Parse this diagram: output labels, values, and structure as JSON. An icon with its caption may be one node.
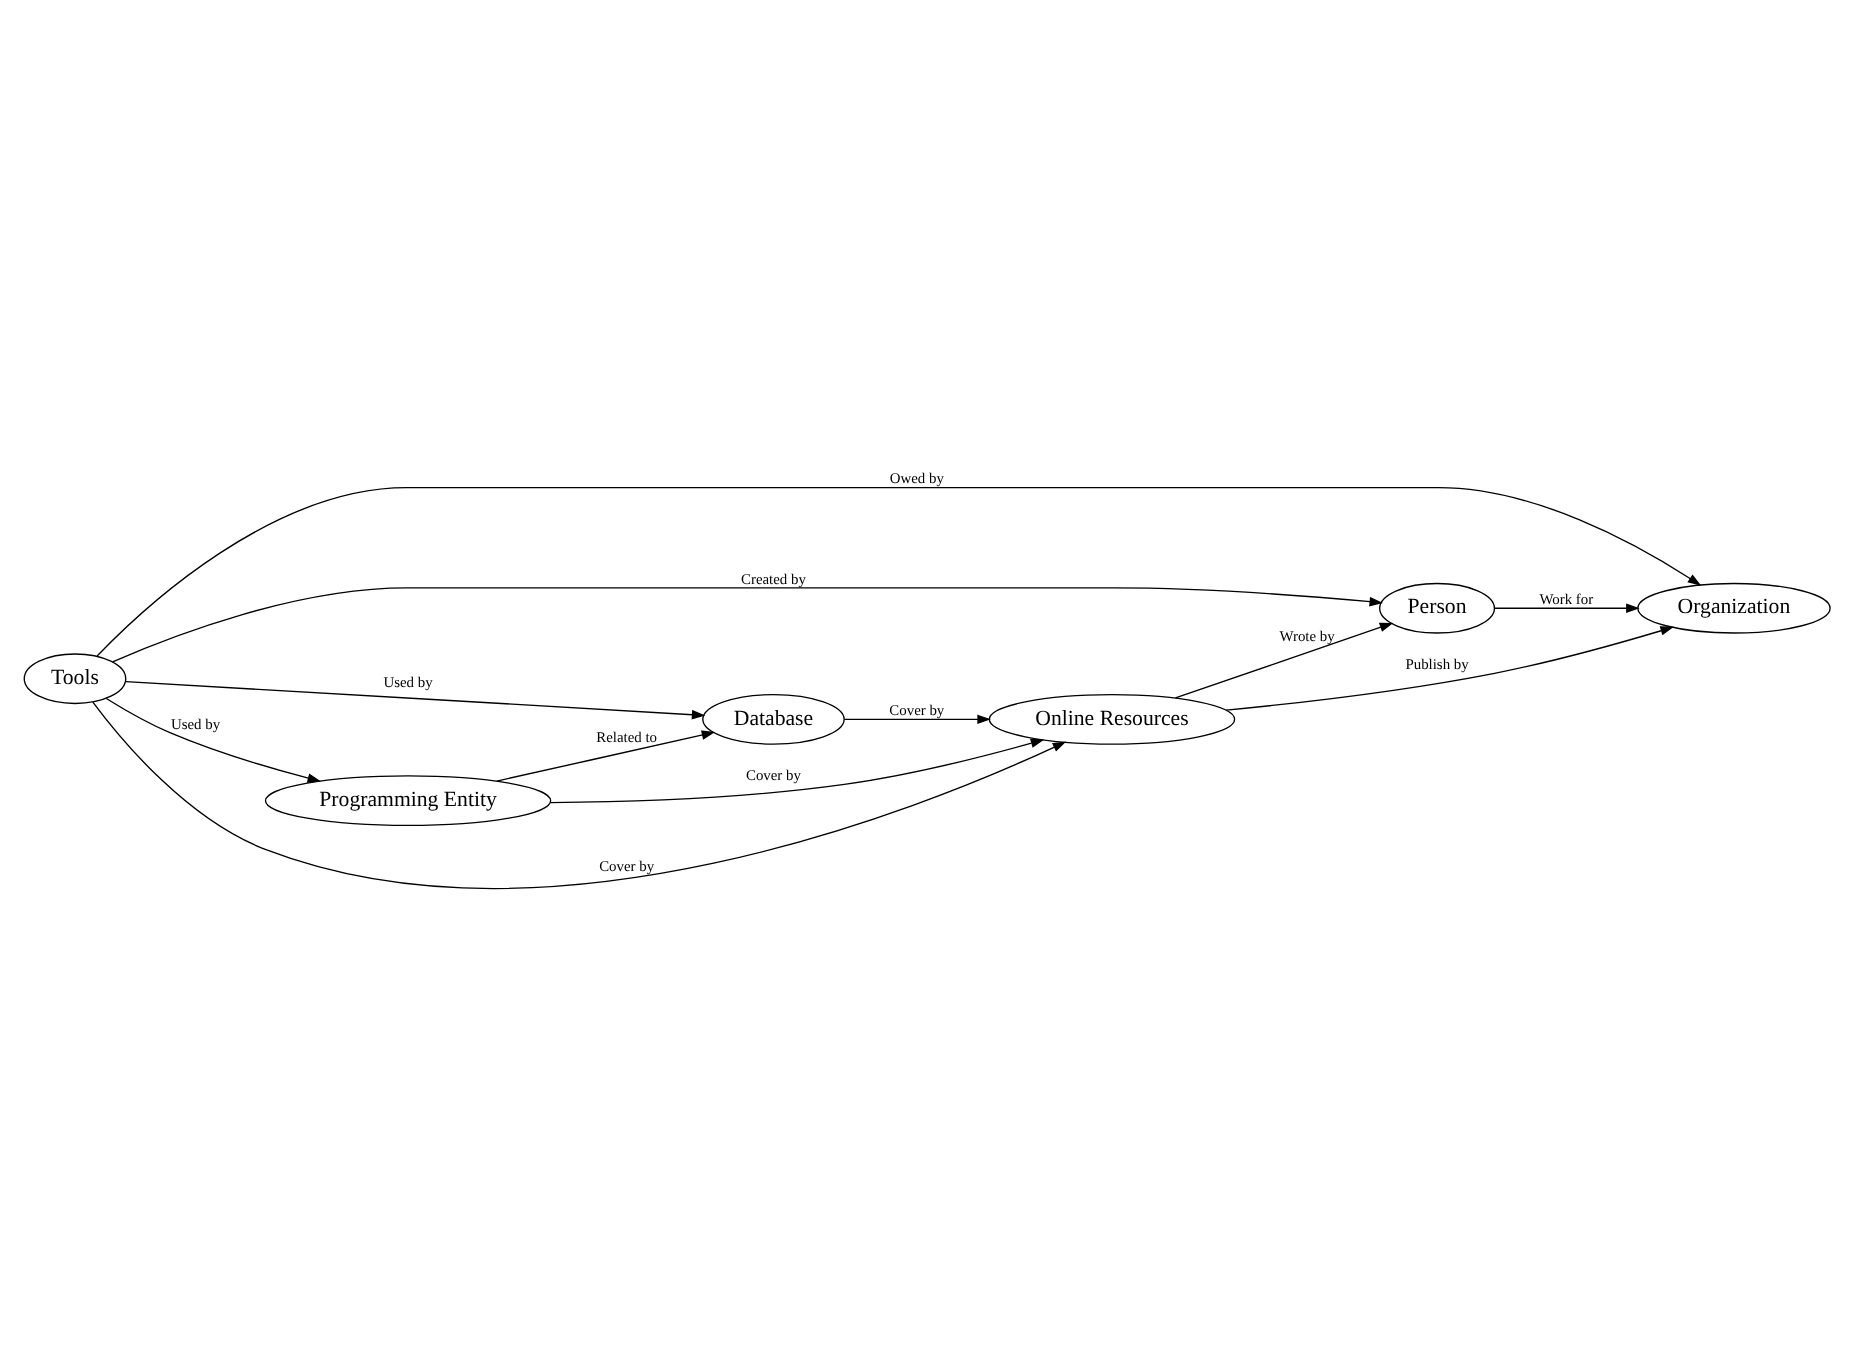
{
  "diagram": {
    "nodes": [
      {
        "text": [
          "Person"
        ]
      },
      {
        "text": [
          "Organization"
        ]
      },
      {
        "text": [
          "Tools"
        ]
      },
      {
        "text": [
          "Online Resources"
        ]
      },
      {
        "text": [
          "Database"
        ]
      },
      {
        "text": [
          "Programming Entity"
        ]
      }
    ],
    "edges": [
      {
        "from": 2,
        "to": 1,
        "arrow": "to",
        "label": "Owed by"
      },
      {
        "from": 2,
        "to": 0,
        "arrow": "to",
        "label": "Created by"
      },
      {
        "from": 0,
        "to": 1,
        "arrow": "to",
        "label": "Work for"
      },
      {
        "from": 3,
        "to": 0,
        "arrow": "to",
        "label": "Wrote by"
      },
      {
        "from": 3,
        "to": 1,
        "arrow": "to",
        "label": "Publish by"
      },
      {
        "from": 2,
        "to": 3,
        "arrow": "to",
        "label": "Cover by"
      },
      {
        "from": 2,
        "to": 4,
        "arrow": "to",
        "label": "Used by"
      },
      {
        "from": 2,
        "to": 5,
        "arrow": "to",
        "label": "Used by"
      },
      {
        "from": 4,
        "to": 3,
        "arrow": "to",
        "label": "Cover by"
      },
      {
        "from": 5,
        "to": 3,
        "arrow": "to",
        "label": "Cover by"
      },
      {
        "from": 5,
        "to": 4,
        "arrow": "to",
        "label": "Related to"
      }
    ]
  }
}
